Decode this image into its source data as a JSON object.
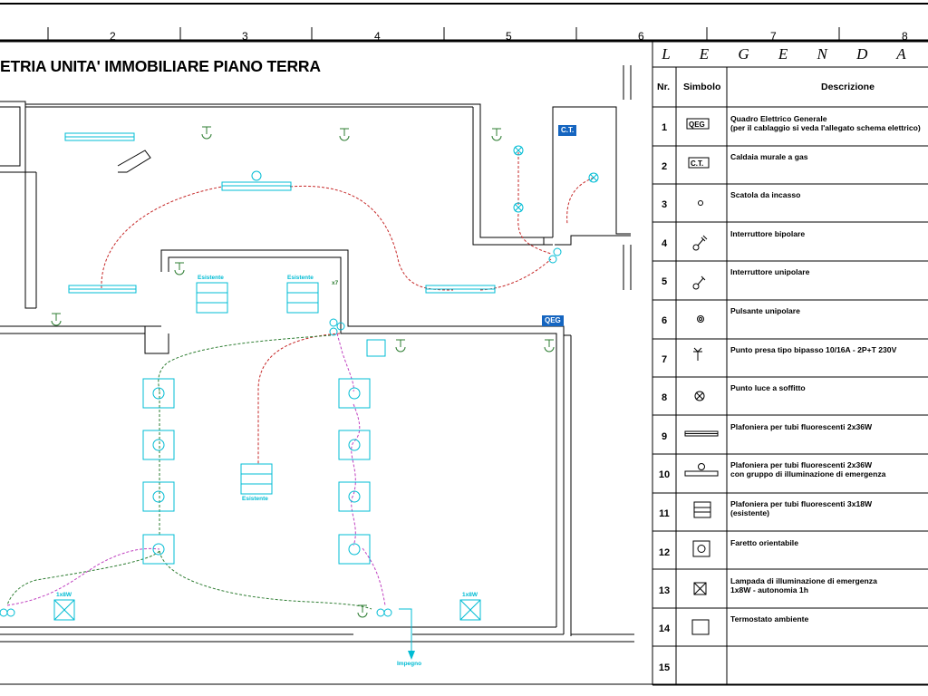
{
  "drawing": {
    "title": "ETRIA UNITA' IMMOBILIARE PIANO TERRA",
    "column_numbers": [
      "2",
      "3",
      "4",
      "5",
      "6",
      "7",
      "8"
    ],
    "tags": {
      "qeg": "QEG",
      "ct": "C.T."
    },
    "fixture_labels": {
      "existing_a": "Esistente",
      "existing_b": "Esistente",
      "existing_c": "Esistente",
      "lamp_a": "1x8W",
      "lamp_b": "1x8W",
      "plug_note": "x7",
      "outlet": "Impegno"
    }
  },
  "legend": {
    "title": "L E G E N D A",
    "headers": {
      "nr": "Nr.",
      "symbol": "Simbolo",
      "description": "Descrizione"
    },
    "rows": [
      {
        "nr": "1",
        "symbol": "QEG",
        "lines": [
          "Quadro Elettrico Generale",
          "(per il cablaggio si veda l'allegato schema elettrico)"
        ]
      },
      {
        "nr": "2",
        "symbol": "C.T.",
        "lines": [
          "Caldaia murale a gas"
        ]
      },
      {
        "nr": "3",
        "symbol": "junction-box",
        "lines": [
          "Scatola da incasso"
        ]
      },
      {
        "nr": "4",
        "symbol": "bipolar-switch",
        "lines": [
          "Interruttore bipolare"
        ]
      },
      {
        "nr": "5",
        "symbol": "unipolar-switch",
        "lines": [
          "Interruttore unipolare"
        ]
      },
      {
        "nr": "6",
        "symbol": "push-button",
        "lines": [
          "Pulsante unipolare"
        ]
      },
      {
        "nr": "7",
        "symbol": "socket",
        "lines": [
          "Punto presa tipo bipasso 10/16A - 2P+T 230V"
        ]
      },
      {
        "nr": "8",
        "symbol": "ceiling-light",
        "lines": [
          "Punto luce a soffitto"
        ]
      },
      {
        "nr": "9",
        "symbol": "fluorescent-2x36",
        "lines": [
          "Plafoniera per tubi fluorescenti 2x36W"
        ]
      },
      {
        "nr": "10",
        "symbol": "fluorescent-emergency",
        "lines": [
          "Plafoniera per tubi fluorescenti 2x36W",
          "con gruppo di illuminazione di emergenza"
        ]
      },
      {
        "nr": "11",
        "symbol": "fluorescent-3x18",
        "lines": [
          "Plafoniera per tubi fluorescenti 3x18W",
          "(esistente)"
        ]
      },
      {
        "nr": "12",
        "symbol": "spotlight",
        "lines": [
          "Faretto orientabile"
        ]
      },
      {
        "nr": "13",
        "symbol": "emergency-lamp",
        "lines": [
          "Lampada di illuminazione di emergenza",
          "1x8W - autonomia 1h"
        ]
      },
      {
        "nr": "14",
        "symbol": "thermostat",
        "lines": [
          "Termostato ambiente"
        ]
      },
      {
        "nr": "15",
        "symbol": "",
        "lines": []
      }
    ]
  },
  "colors": {
    "cyan": "#00bcd4",
    "red_wire": "#c62828",
    "green_wire": "#2e7d32",
    "magenta_wire": "#c040c0",
    "tag_blue": "#1565c0"
  }
}
